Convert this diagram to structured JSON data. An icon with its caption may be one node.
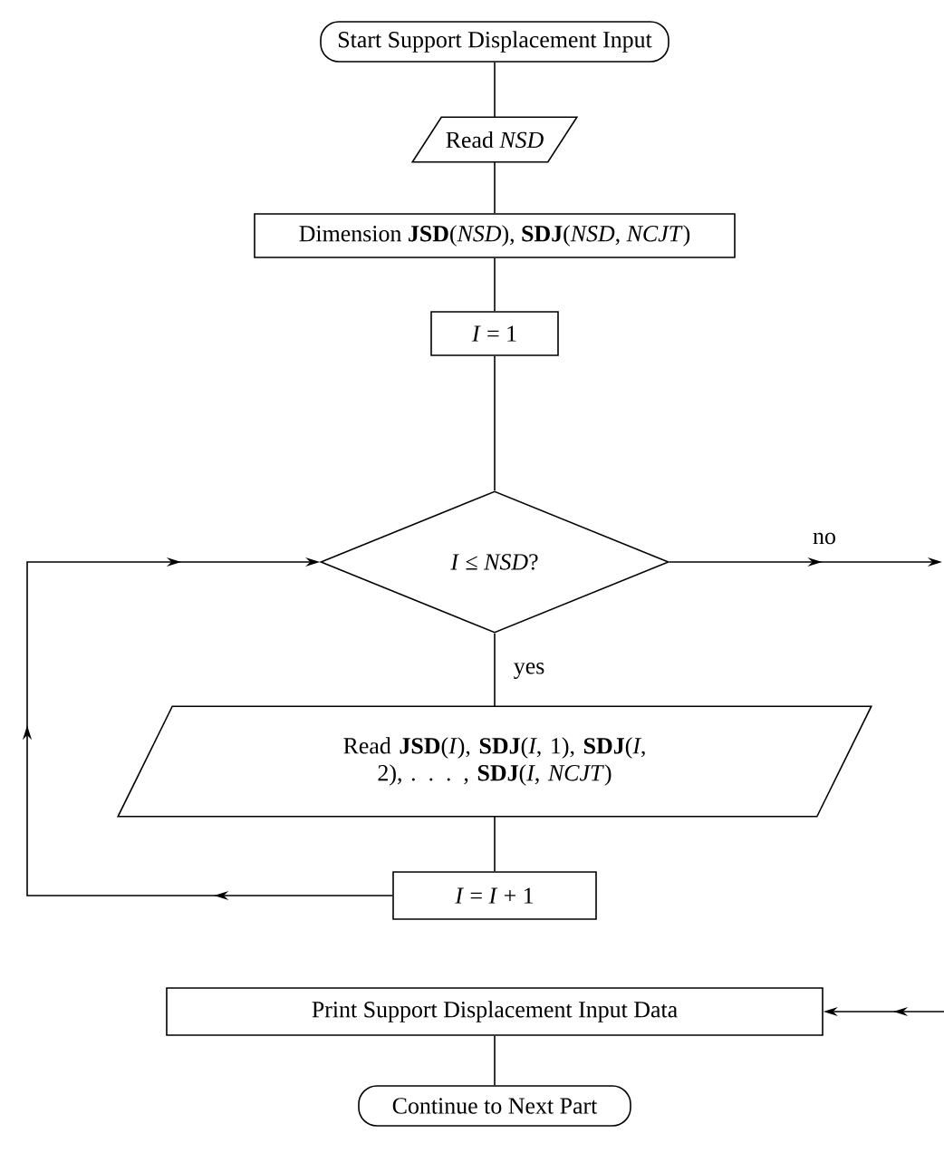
{
  "diagram": {
    "nodes": [
      {
        "text": [
          "Start Support Displacement Input"
        ]
      },
      {
        "text": [
          "Read *NSD*"
        ]
      },
      {
        "text": [
          "Dimension **JSD**(*NSD*), **SDJ**(*NSD*, *NCJT*)"
        ]
      },
      {
        "text": [
          "*I* = 1"
        ]
      },
      {
        "text": [
          "*I* ≤ *NSD*?"
        ]
      },
      {
        "text": [
          "Read **JSD**(*I*), **SDJ**(*I*, 1), **SDJ**(*I*, 2), . . . , **SDJ**(*I*, *NCJT*)"
        ]
      },
      {
        "text": [
          "*I* = *I* + 1"
        ]
      },
      {
        "text": [
          "Print Support Displacement Input Data"
        ]
      },
      {
        "text": [
          "Continue to Next Part"
        ]
      }
    ],
    "edges": [
      {
        "from": 0,
        "to": 1,
        "arrow": "none"
      },
      {
        "from": 1,
        "to": 2,
        "arrow": "none"
      },
      {
        "from": 2,
        "to": 3,
        "arrow": "none"
      },
      {
        "from": 3,
        "to": 4,
        "arrow": "none"
      },
      {
        "from": 4,
        "to": 5,
        "arrow": "none",
        "label": "yes"
      },
      {
        "from": 5,
        "to": 6,
        "arrow": "none"
      },
      {
        "from": 6,
        "to": 4,
        "arrow": "to"
      },
      {
        "from": 4,
        "to": null,
        "arrow": "to",
        "label": "no"
      },
      {
        "from": null,
        "to": 7,
        "arrow": "to"
      },
      {
        "from": 7,
        "to": 8,
        "arrow": "none"
      }
    ]
  }
}
